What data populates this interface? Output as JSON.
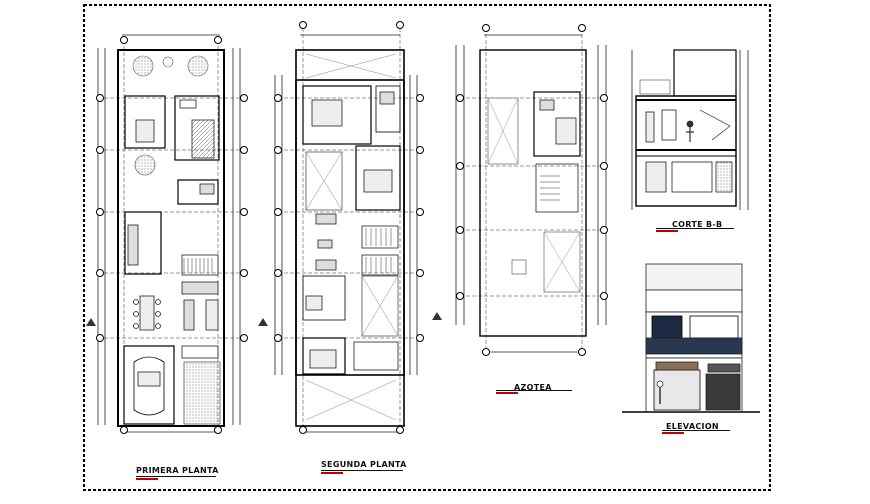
{
  "drawing": {
    "frame_color": "#000000",
    "accent_color": "#c00000",
    "panels": {
      "primera_planta": {
        "title": "PRIMERA PLANTA"
      },
      "segunda_planta": {
        "title": "SEGUNDA PLANTA"
      },
      "azotea": {
        "title": "AZOTEA"
      },
      "corte": {
        "title": "CORTE B-B"
      },
      "elevacion": {
        "title": "ELEVACION"
      }
    }
  }
}
